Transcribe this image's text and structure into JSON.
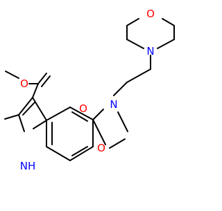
{
  "colors": {
    "bond": "#000000",
    "oxygen": "#ff0000",
    "nitrogen": "#0000ff",
    "background": "#ffffff"
  },
  "atom_labels": {
    "morpholine_oxygen": "O",
    "morpholine_nitrogen": "N",
    "ring_nitrogen": "N",
    "ester_carbonyl_oxygen": "O",
    "ester_ether_oxygen": "O",
    "oxazine_oxygen": "O",
    "indole_nh": "NH",
    "indole_h": "H"
  }
}
